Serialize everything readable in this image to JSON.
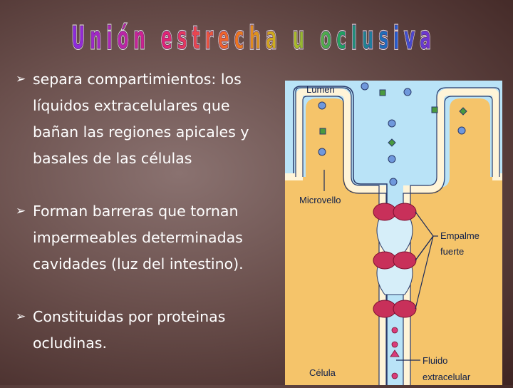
{
  "slide": {
    "title": "Unión estrecha u oclusiva",
    "bullets": [
      {
        "text": "separa compartimientos: los líquidos extracelulares que bañan las regiones apicales y basales de las células"
      },
      {
        "text": "Forman barreras que tornan impermeables determinadas cavidades (luz del intestino)."
      },
      {
        "text": "Constituidas por proteinas ocludinas."
      }
    ],
    "bullet_marker": "➢"
  },
  "diagram": {
    "labels": {
      "lumen": "Lumen",
      "microvello": "Microvello",
      "empalme_1": "Empalme",
      "empalme_2": "fuerte",
      "celula": "Célula",
      "fluido_1": "Fluido",
      "fluido_2": "extracelular"
    },
    "colors": {
      "cell": "#f5c46a",
      "lumen": "#b9e3f7",
      "membrane": "#fff4d8",
      "junction": "#c8305a",
      "particle_blue": "#6f98dc",
      "particle_green": "#4a9a3e",
      "particle_pink": "#d83c7a"
    }
  }
}
